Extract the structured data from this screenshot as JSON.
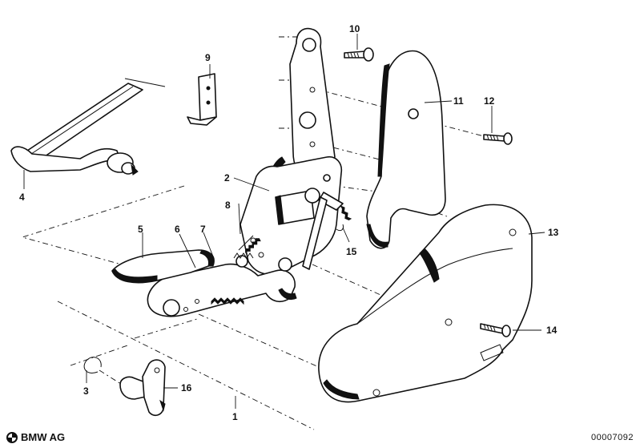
{
  "callouts": {
    "c1": "1",
    "c2": "2",
    "c3": "3",
    "c4": "4",
    "c5": "5",
    "c6": "6",
    "c7": "7",
    "c8": "8",
    "c9": "9",
    "c10": "10",
    "c11": "11",
    "c12": "12",
    "c13": "13",
    "c14": "14",
    "c15": "15",
    "c16": "16"
  },
  "footer": {
    "brand": "BMW AG",
    "doc_number": "00007092"
  }
}
